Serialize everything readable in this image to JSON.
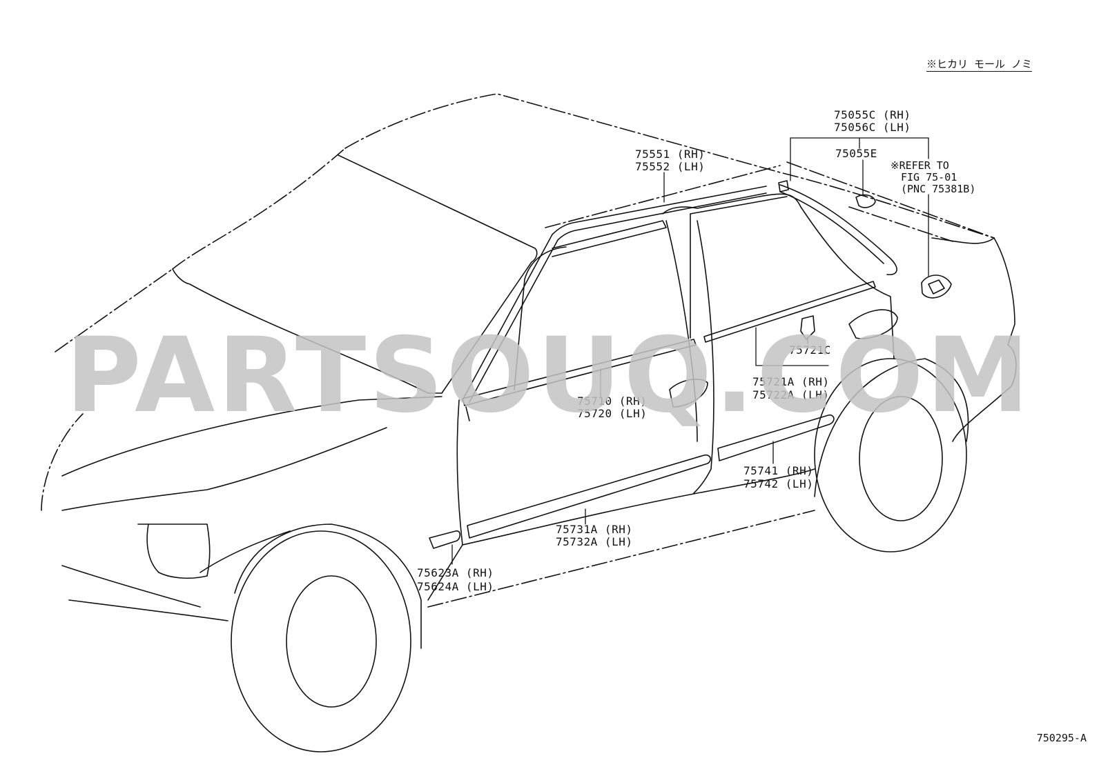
{
  "header_note": "※ヒカリ モール ノミ",
  "watermark": "PARTSOUQ.COM",
  "figure_id": "750295-A",
  "reference_note": {
    "line1": "※REFER TO",
    "line2": "FIG 75-01",
    "line3": "(PNC 75381B)"
  },
  "callouts": [
    {
      "id": "c1",
      "lines": [
        "75055C (RH)",
        "75056C (LH)"
      ]
    },
    {
      "id": "c2",
      "lines": [
        "75055E"
      ]
    },
    {
      "id": "c3",
      "lines": [
        "75551 (RH)",
        "75552 (LH)"
      ]
    },
    {
      "id": "c4",
      "lines": [
        "75721C"
      ]
    },
    {
      "id": "c5",
      "lines": [
        "75721A (RH)",
        "75722A (LH)"
      ]
    },
    {
      "id": "c6",
      "lines": [
        "75710 (RH)",
        "75720 (LH)"
      ]
    },
    {
      "id": "c7",
      "lines": [
        "75741 (RH)",
        "75742 (LH)"
      ]
    },
    {
      "id": "c8",
      "lines": [
        "75731A (RH)",
        "75732A (LH)"
      ]
    },
    {
      "id": "c9",
      "lines": [
        "75623A (RH)",
        "75624A (LH)"
      ]
    }
  ],
  "colors": {
    "line": "#111111",
    "watermark": "#c4c4c4",
    "background": "#ffffff"
  }
}
